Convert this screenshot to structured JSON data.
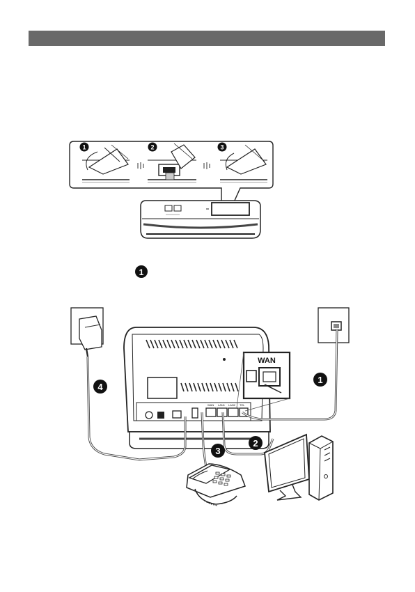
{
  "figure1": {
    "steps": [
      "1",
      "2",
      "3"
    ]
  },
  "figure2": {
    "wan_label": "WAN",
    "port_labels": [
      "WAN",
      "LAN1",
      "LAN2",
      "TEL"
    ],
    "steps": [
      "1",
      "2",
      "3",
      "4"
    ]
  },
  "inline_marker": "1"
}
